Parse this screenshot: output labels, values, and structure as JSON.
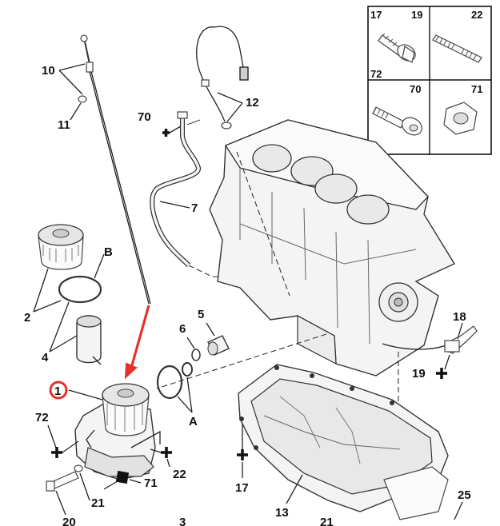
{
  "labels": {
    "l10": "10",
    "l11": "11",
    "l70a": "70",
    "l12": "12",
    "l7": "7",
    "lB": "B",
    "l2": "2",
    "l4": "4",
    "l5": "5",
    "l6": "6",
    "lA": "A",
    "l1": "1",
    "l72": "72",
    "l22": "22",
    "l71": "71",
    "l21": "21",
    "l20": "20",
    "l3": "3",
    "l17": "17",
    "l13": "13",
    "l31": "21",
    "l18": "18",
    "l19": "19",
    "l25": "25"
  },
  "inset": {
    "cells": [
      {
        "id": "17",
        "label": "17"
      },
      {
        "id": "19",
        "label": "19"
      },
      {
        "id": "22",
        "label": "22"
      },
      {
        "id": "72",
        "label": "72"
      },
      {
        "id": "70",
        "label": "70"
      },
      {
        "id": "71",
        "label": "71"
      }
    ]
  },
  "highlight": {
    "label": "1",
    "color": "#e8302a"
  },
  "colors": {
    "arrow": "#e8302a",
    "outline": "#333333",
    "fill": "#f2f2f2"
  }
}
